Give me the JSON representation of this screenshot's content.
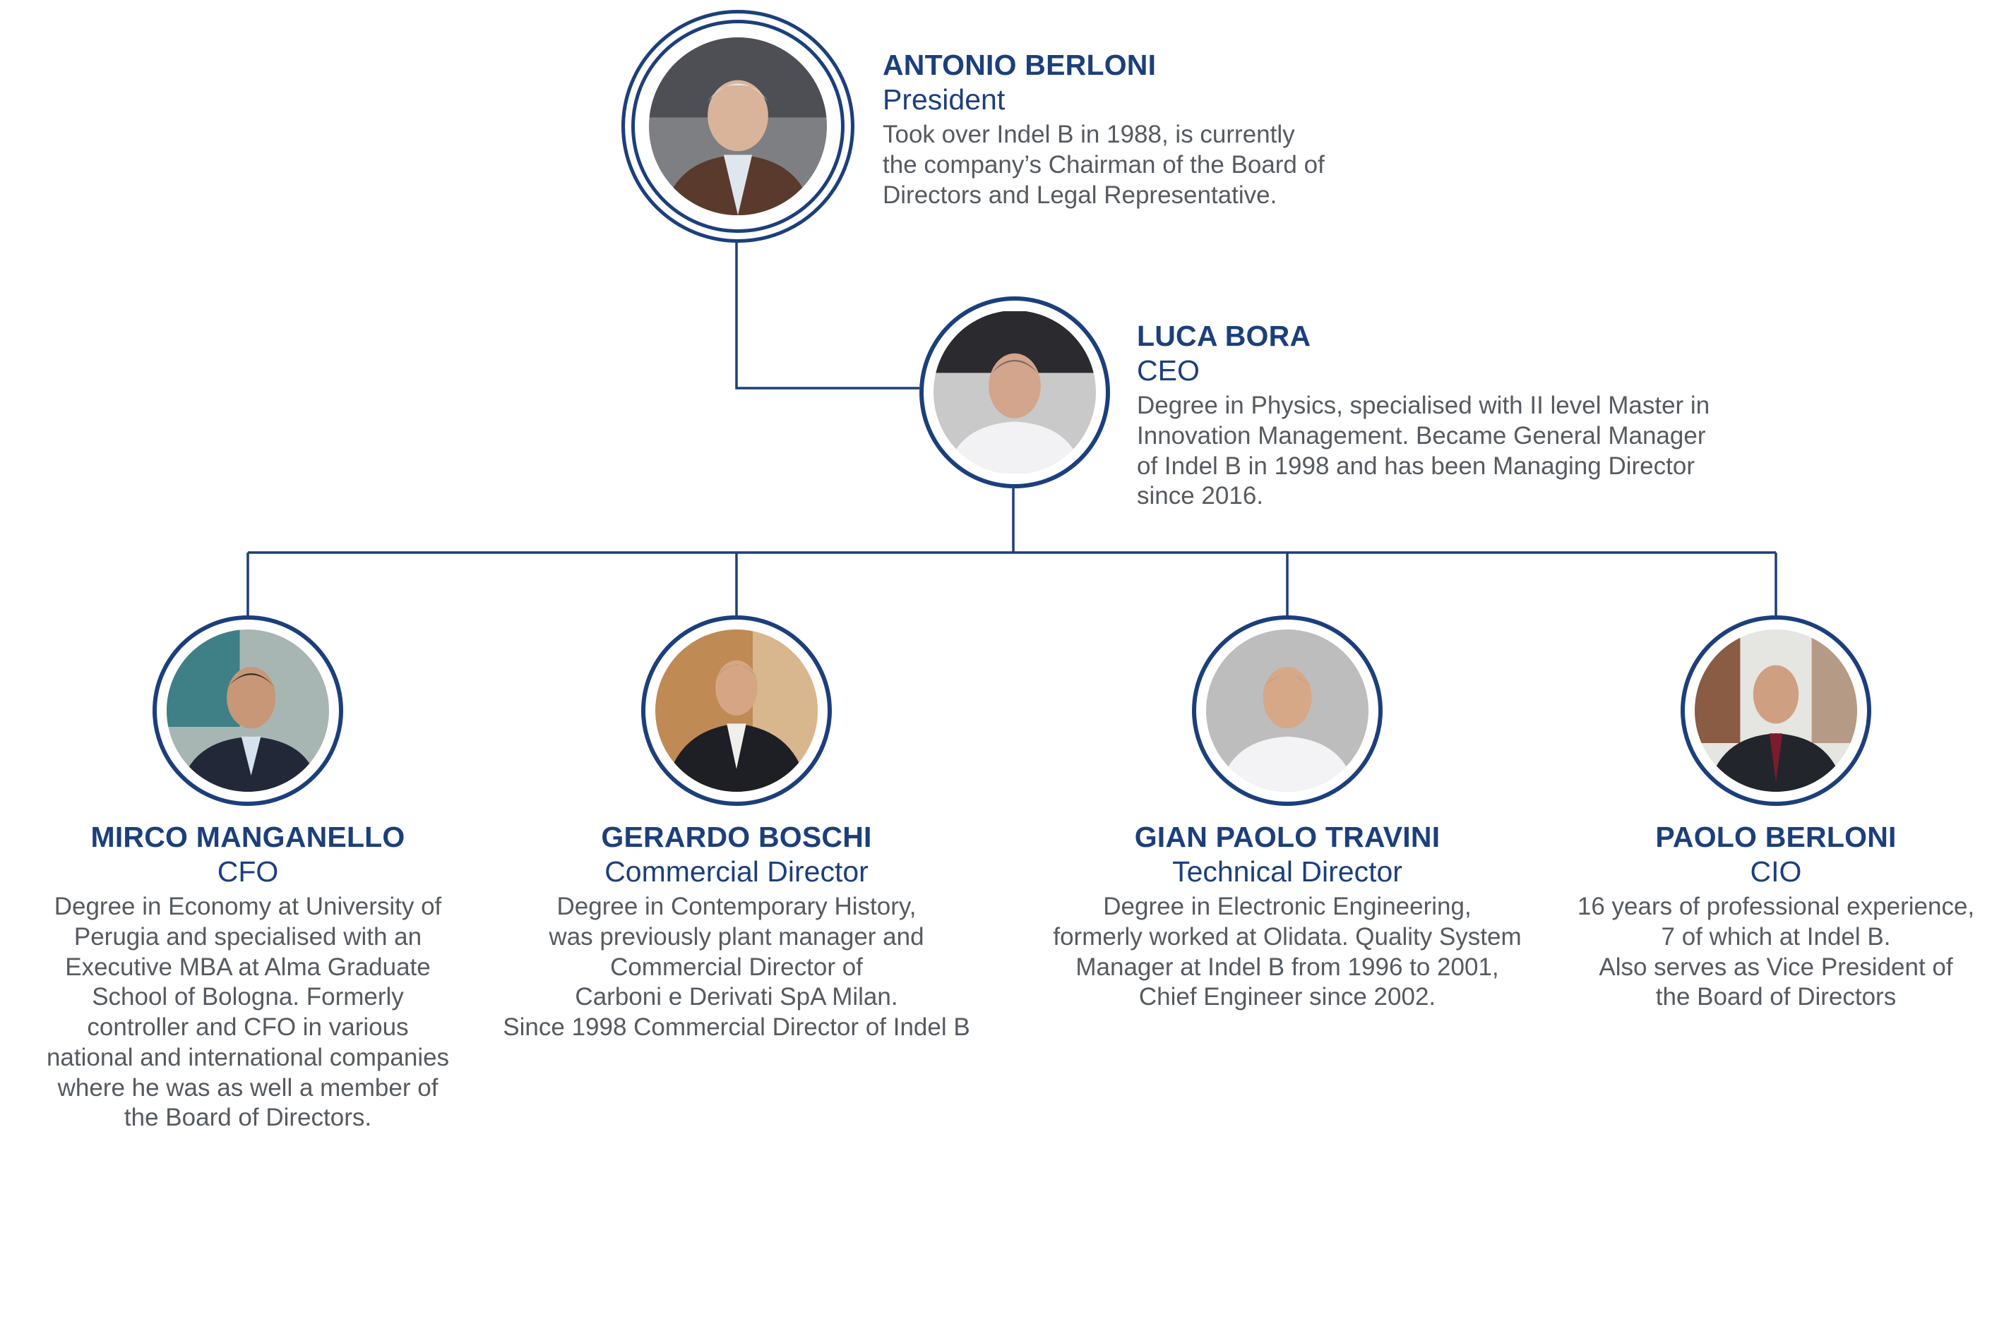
{
  "colors": {
    "accent": "#1c3f7c",
    "text": "#555a60",
    "background": "#ffffff"
  },
  "president": {
    "name": "ANTONIO BERLONI",
    "role": "President",
    "bio": "Took over Indel B in 1988, is currently\nthe company’s Chairman of the Board of\nDirectors and Legal Representative."
  },
  "ceo": {
    "name": "LUCA BORA",
    "role": "CEO",
    "bio": "Degree in Physics, specialised with II level Master in\nInnovation Management. Became General Manager\nof Indel B in 1998 and has been Managing Director\nsince 2016."
  },
  "reports": [
    {
      "name": "MIRCO MANGANELLO",
      "role": "CFO",
      "bio": "Degree in Economy at University of\nPerugia and specialised with an\nExecutive MBA at Alma Graduate\nSchool of Bologna. Formerly\ncontroller and CFO in various\nnational and international companies\nwhere he was as well a member of\nthe Board of Directors."
    },
    {
      "name": "GERARDO BOSCHI",
      "role": "Commercial Director",
      "bio": "Degree in Contemporary History,\nwas previously plant manager and\nCommercial Director of\nCarboni e Derivati SpA Milan.\nSince 1998 Commercial Director of Indel B"
    },
    {
      "name": "GIAN PAOLO TRAVINI",
      "role": "Technical Director",
      "bio": "Degree in Electronic Engineering,\nformerly worked at Olidata. Quality System\nManager at Indel B from 1996 to 2001,\nChief Engineer since 2002."
    },
    {
      "name": "PAOLO BERLONI",
      "role": "CIO",
      "bio": "16 years of professional experience,\n7 of which at Indel B.\nAlso serves as Vice President of\nthe Board of Directors"
    }
  ]
}
